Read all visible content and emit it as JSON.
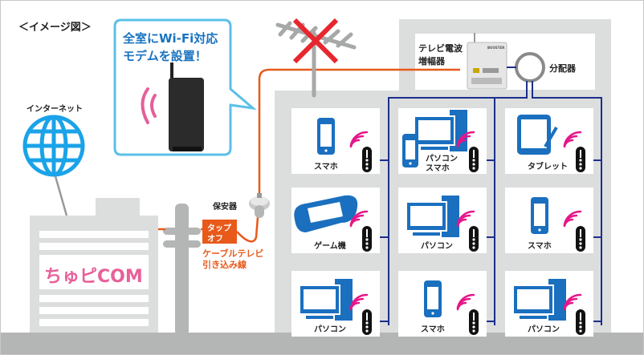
{
  "title": "＜イメージ図＞",
  "callout": {
    "line1": "全室にWi-Fi対応",
    "line2": "モデムを設置！"
  },
  "internet_label": "インターネット",
  "provider_name": "ちゅピCOM",
  "protector_label": "保安器",
  "tap_off": {
    "line1": "タップ",
    "line2": "オフ"
  },
  "cable_label": {
    "line1": "ケーブルテレビ",
    "line2": "引き込み線"
  },
  "amplifier_label": {
    "line1": "テレビ電波",
    "line2": "増幅器"
  },
  "amplifier_device_text": "BOOSTER",
  "splitter_label": "分配器",
  "rooms": [
    {
      "device": "smartphone",
      "label": "スマホ"
    },
    {
      "device": "pc-and-smartphone",
      "label": "パソコン\nスマホ",
      "label1": "パソコン",
      "label2": "スマホ"
    },
    {
      "device": "tablet",
      "label": "タブレット"
    },
    {
      "device": "game-console",
      "label": "ゲーム機"
    },
    {
      "device": "pc",
      "label": "パソコン"
    },
    {
      "device": "smartphone",
      "label": "スマホ"
    },
    {
      "device": "pc",
      "label": "パソコン"
    },
    {
      "device": "smartphone",
      "label": "スマホ"
    },
    {
      "device": "pc",
      "label": "パソコン"
    }
  ],
  "colors": {
    "cable_orange": "#e8591a",
    "network_blue": "#1c2f8c",
    "device_blue": "#1a6fbf",
    "wifi_pink": "#e5168a",
    "callout_border": "#5bc0e8",
    "callout_text": "#1a73c0",
    "globe_blue": "#1aa3e8",
    "building_gray": "#dcdddd",
    "ground_gray": "#b4b5b5",
    "provider_pink": "#e8609a",
    "antenna_cross": "#e8262e"
  }
}
